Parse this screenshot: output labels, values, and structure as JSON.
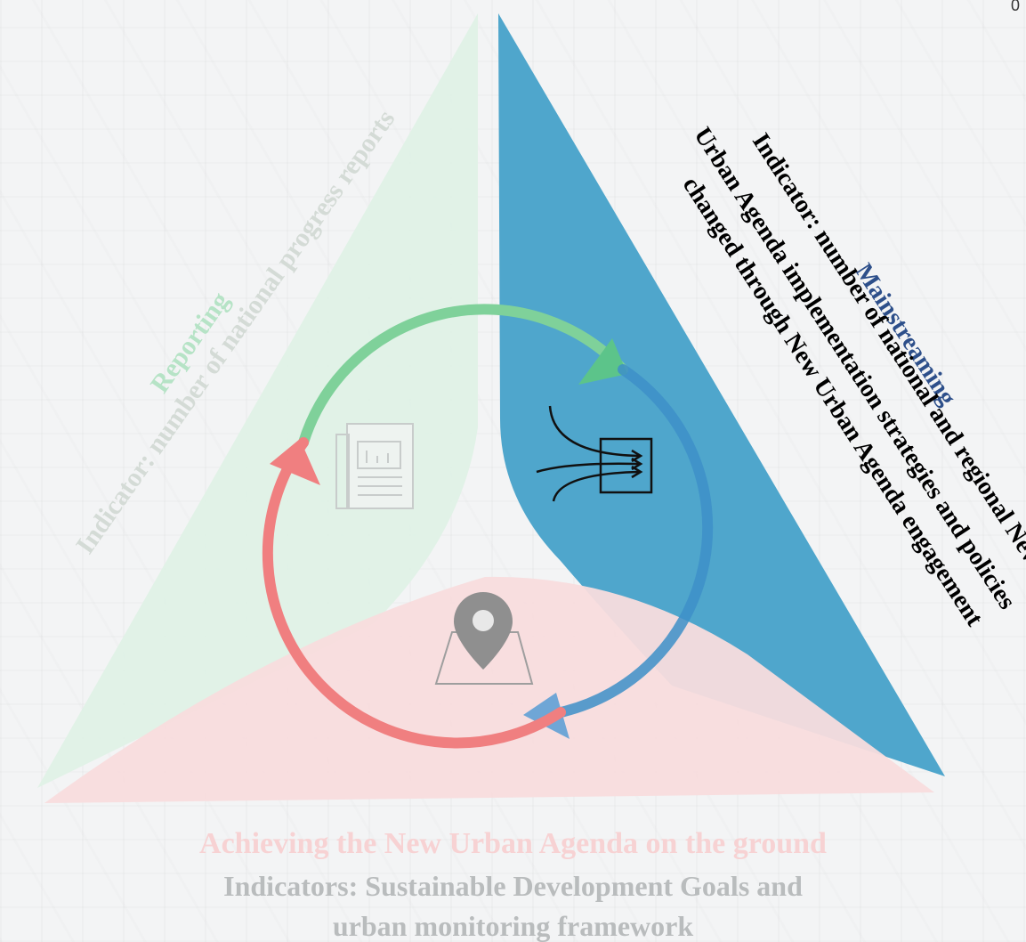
{
  "mainstreaming": {
    "title": "Mainstreaming",
    "indicator_line1": "Indicator: number of national and regional New",
    "indicator_line2": "Urban Agenda implementation strategies and policies",
    "indicator_line3": "changed through New Urban Agenda engagement"
  },
  "reporting": {
    "title": "Reporting",
    "indicator": "Indicator: number of national progress reports"
  },
  "ground": {
    "title": "Achieving the New Urban Agenda on the ground",
    "indicator_line1": "Indicators: Sustainable Development Goals and",
    "indicator_line2": "urban monitoring framework"
  },
  "corner_mark": "0",
  "colors": {
    "mainstreaming_panel": "#4fa6cc",
    "reporting_panel": "#dff2e6",
    "ground_panel": "#f8dcdd",
    "cycle_green": "#7fd19a",
    "cycle_blue": "#3d8fc8",
    "cycle_red": "#f07f80"
  },
  "icons": [
    "report-document-icon",
    "flow-arrows-icon",
    "map-pin-icon"
  ]
}
